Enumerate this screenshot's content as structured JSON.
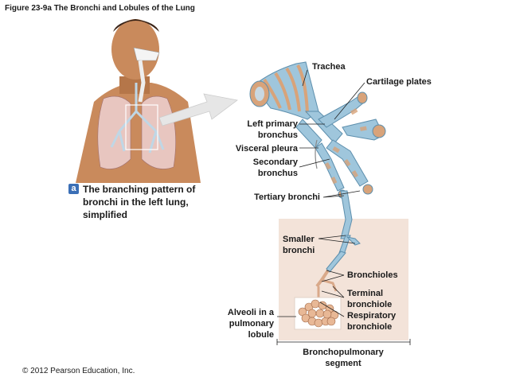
{
  "figure": {
    "title": "Figure 23-9a  The Bronchi and Lobules of the Lung",
    "caption_badge": "a",
    "caption_lines": [
      "The branching pattern of",
      "bronchi in the left lung,",
      "simplified"
    ],
    "copyright": "© 2012 Pearson Education, Inc."
  },
  "labels": {
    "trachea": "Trachea",
    "cartilage_plates": "Cartilage plates",
    "left_primary_bronchus": [
      "Left primary",
      "bronchus"
    ],
    "visceral_pleura": "Visceral pleura",
    "secondary_bronchus": [
      "Secondary",
      "bronchus"
    ],
    "tertiary_bronchi": "Tertiary bronchi",
    "smaller_bronchi": [
      "Smaller",
      "bronchi"
    ],
    "bronchioles": "Bronchioles",
    "terminal_bronchiole": [
      "Terminal",
      "bronchiole"
    ],
    "respiratory_bronchiole": [
      "Respiratory",
      "bronchiole"
    ],
    "alveoli": [
      "Alveoli in a",
      "pulmonary",
      "lobule"
    ],
    "bronchopulmonary_segment": [
      "Bronchopulmonary",
      "segment"
    ]
  },
  "colors": {
    "skin": "#c98a5c",
    "skin_dark": "#8a5232",
    "lung": "#e8c6c0",
    "bronchi_blue": "#9fc6dc",
    "bronchi_dark": "#5d8fad",
    "cartilage": "#d8a37a",
    "segment_bg": "#f3e3d9",
    "badge": "#3b6fb6",
    "arrow": "#e6e6e6"
  }
}
